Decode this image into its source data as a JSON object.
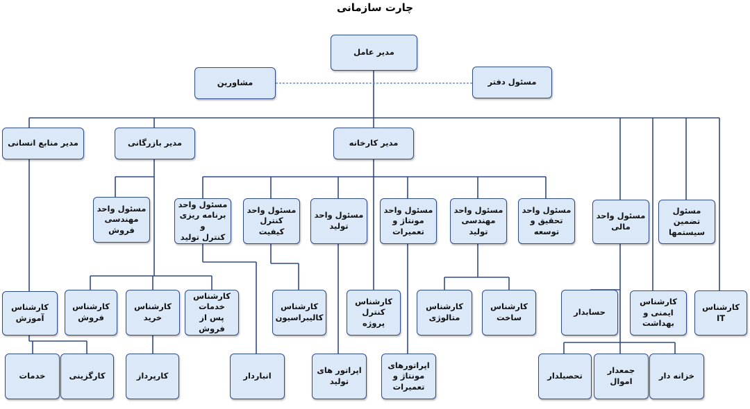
{
  "title": "چارت سازمانی",
  "colors": {
    "box_fill": "#dbe8f7",
    "box_border": "#2e4a8a",
    "line": "#2e4a8a",
    "dashed_line": "#4a7fc1"
  },
  "nodes": {
    "ceo": "مدیر عامل",
    "advisors": "مشاورین",
    "office": "مسئول دفتر",
    "hr": "مدیر منابع انسانی",
    "commerce": "مدیر بازرگانی",
    "factory": "مدیر کارخانه",
    "sales_eng": "مسئول واحد\nمهندسی فروش",
    "planning": "مسئول واحد\nبرنامه ریزی و\nکنترل تولید",
    "qc": "مسئول واحد\nکنترل کیفیت",
    "production": "مسئول واحد\nتولید",
    "assembly": "مسئول واحد\nمونتاژ و\nتعمیرات",
    "prod_eng": "مسئول واحد\nمهندسی تولید",
    "rnd": "مسئول واحد\nتحقیق و توسعه",
    "finance": "مسئول واحد\nمالی",
    "systems": "مسئول تضمین\nسیستمها",
    "training": "کارشناس\nآموزش",
    "sales": "کارشناس\nفروش",
    "purchase": "کارشناس\nخرید",
    "after_sales": "کارشناس\nخدمات\nپس از فروش",
    "calibration": "کارشناس\nکالیبراسیون",
    "project_ctrl": "کارشناس\nکنترل پروژه",
    "metallurgy": "کارشناس\nمتالوژی",
    "construction": "کارشناس\nساخت",
    "accountant": "حسابدار",
    "hse": "کارشناس\nایمنی و بهداشت",
    "it": "کارشناس\nIT",
    "services": "خدمات",
    "recruitment": "کارگزینی",
    "buyer": "کارپرداز",
    "warehouse": "انباردار",
    "prod_operators": "اپراتور های\nتولید",
    "assembly_operators": "اپراتورهای\nمونتاژ و\nتعمیرات",
    "collector": "تحصیلدار",
    "asset_keeper": "جمعدار اموال",
    "treasurer": "خزانه دار"
  }
}
